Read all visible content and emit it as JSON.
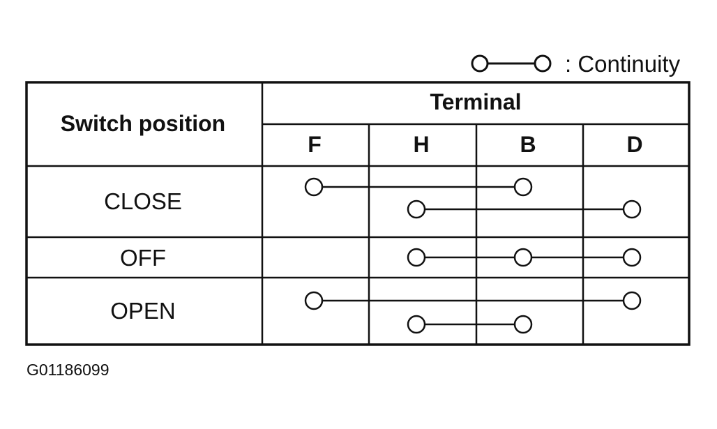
{
  "legend": {
    "label": ": Continuity"
  },
  "table": {
    "header": {
      "switch_position": "Switch position",
      "terminal": "Terminal"
    },
    "terminals": [
      "F",
      "H",
      "B",
      "D"
    ],
    "rows": [
      {
        "position": "CLOSE",
        "continuity": [
          [
            "F",
            "B"
          ],
          [
            "H",
            "D"
          ]
        ]
      },
      {
        "position": "OFF",
        "continuity": [
          [
            "H",
            "B",
            "D"
          ]
        ]
      },
      {
        "position": "OPEN",
        "continuity": [
          [
            "F",
            "D"
          ],
          [
            "H",
            "B"
          ]
        ]
      }
    ]
  },
  "footer": {
    "code": "G01186099"
  }
}
